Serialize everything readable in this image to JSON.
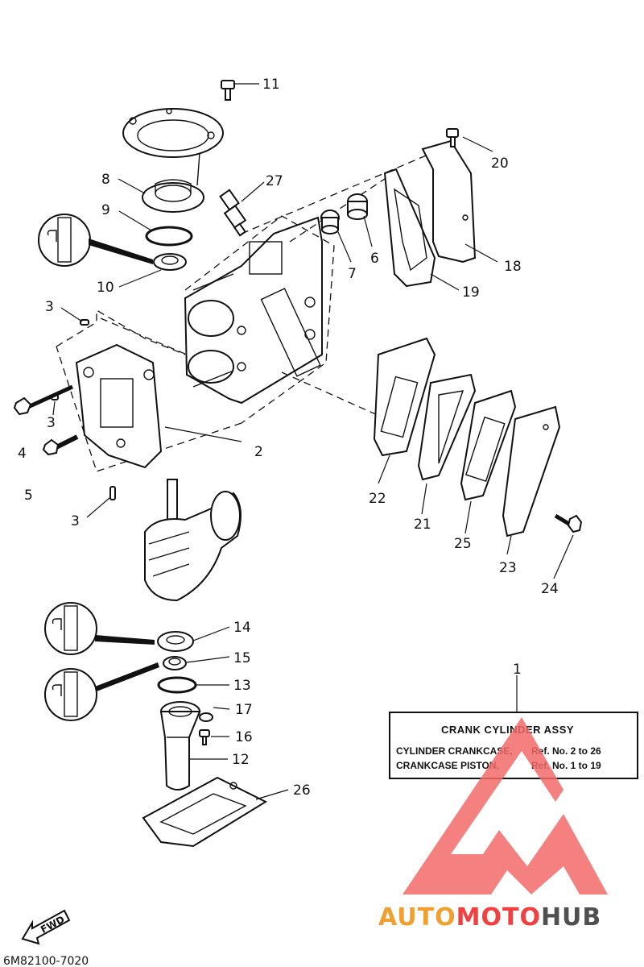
{
  "diagram": {
    "callouts": [
      {
        "id": "11",
        "label": "11"
      },
      {
        "id": "20",
        "label": "20"
      },
      {
        "id": "27",
        "label": "27"
      },
      {
        "id": "8",
        "label": "8"
      },
      {
        "id": "9",
        "label": "9"
      },
      {
        "id": "10",
        "label": "10"
      },
      {
        "id": "7",
        "label": "7"
      },
      {
        "id": "6",
        "label": "6"
      },
      {
        "id": "18",
        "label": "18"
      },
      {
        "id": "19",
        "label": "19"
      },
      {
        "id": "3a",
        "label": "3"
      },
      {
        "id": "3b",
        "label": "3"
      },
      {
        "id": "3c",
        "label": "3"
      },
      {
        "id": "4",
        "label": "4"
      },
      {
        "id": "5",
        "label": "5"
      },
      {
        "id": "2",
        "label": "2"
      },
      {
        "id": "22",
        "label": "22"
      },
      {
        "id": "21",
        "label": "21"
      },
      {
        "id": "25",
        "label": "25"
      },
      {
        "id": "23",
        "label": "23"
      },
      {
        "id": "24",
        "label": "24"
      },
      {
        "id": "14",
        "label": "14"
      },
      {
        "id": "15",
        "label": "15"
      },
      {
        "id": "13",
        "label": "13"
      },
      {
        "id": "17",
        "label": "17"
      },
      {
        "id": "16",
        "label": "16"
      },
      {
        "id": "12",
        "label": "12"
      },
      {
        "id": "26",
        "label": "26"
      },
      {
        "id": "1",
        "label": "1"
      }
    ],
    "reference_box": {
      "title": "CRANK CYLINDER ASSY",
      "line1_name": "CYLINDER CRANKCASE,",
      "line1_ref": "Ref. No. 2 to 26",
      "line2_name": "CRANKCASE PISTON,",
      "line2_ref": "Ref. No. 1 to 19"
    },
    "fwd_label": "FWD",
    "drawing_code": "6M82100-7020"
  },
  "watermark": {
    "brand_part1": "AUTO",
    "brand_part2": "MOTO",
    "brand_part3": "HUB",
    "color_orange": "#f0a030",
    "color_red": "#f04040",
    "color_gray": "#505050",
    "logo_color": "#f26a6a"
  }
}
